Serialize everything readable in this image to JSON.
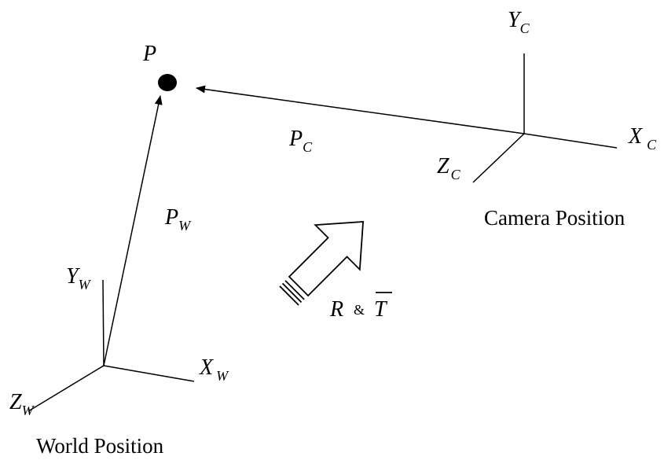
{
  "diagram": {
    "point": {
      "label": "P"
    },
    "world_frame": {
      "caption": "World Position",
      "x_axis": {
        "base": "X",
        "sub": "W"
      },
      "y_axis": {
        "base": "Y",
        "sub": "W"
      },
      "z_axis": {
        "base": "Z",
        "sub": "W"
      }
    },
    "camera_frame": {
      "caption": "Camera Position",
      "x_axis": {
        "base": "X",
        "sub": "C"
      },
      "y_axis": {
        "base": "Y",
        "sub": "C"
      },
      "z_axis": {
        "base": "Z",
        "sub": "C"
      }
    },
    "vectors": {
      "world_to_point": {
        "base": "P",
        "sub": "W"
      },
      "camera_to_point": {
        "base": "P",
        "sub": "C"
      }
    },
    "transform": {
      "rotation": "R",
      "ampersand": "&",
      "translation": "T"
    }
  }
}
